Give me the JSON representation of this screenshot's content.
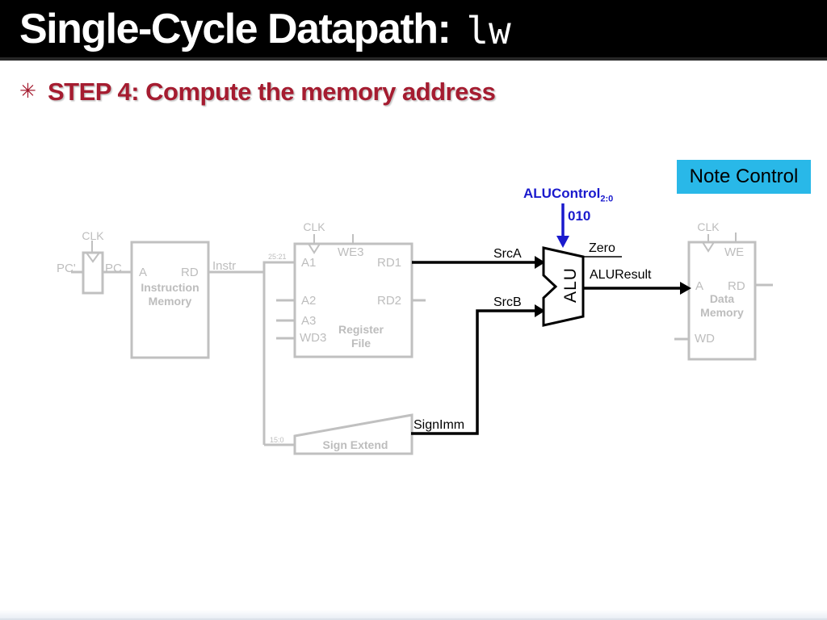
{
  "slide": {
    "title": "Single-Cycle Datapath:",
    "title_code": "lw",
    "step_bullet": "✳",
    "step_text": "STEP 4: Compute the memory address",
    "note_box": "Note Control"
  },
  "colors": {
    "title_bar_bg": "#000000",
    "title_text": "#ffffff",
    "step_text": "#a51c30",
    "inactive_gray": "#c0c0c0",
    "active_black": "#000000",
    "control_blue": "#1a1acd",
    "note_bg": "#29b8e8"
  },
  "diagram": {
    "pc": {
      "clk": "CLK",
      "in_label": "PC'",
      "out_label": "PC"
    },
    "instruction_memory": {
      "a": "A",
      "rd": "RD",
      "name_line1": "Instruction",
      "name_line2": "Memory",
      "out_label": "Instr"
    },
    "bus": {
      "slice_hi": "25:21",
      "slice_lo": "15:0"
    },
    "register_file": {
      "clk": "CLK",
      "we3": "WE3",
      "a1": "A1",
      "a2": "A2",
      "a3": "A3",
      "wd3": "WD3",
      "rd1": "RD1",
      "rd2": "RD2",
      "name_line1": "Register",
      "name_line2": "File"
    },
    "sign_extend": {
      "name": "Sign Extend",
      "out_label": "SignImm"
    },
    "alu": {
      "name": "ALU",
      "src_a": "SrcA",
      "src_b": "SrcB",
      "zero": "Zero",
      "result": "ALUResult",
      "control_label": "ALUControl",
      "control_sub": "2:0",
      "control_value": "010"
    },
    "data_memory": {
      "clk": "CLK",
      "we": "WE",
      "a": "A",
      "rd": "RD",
      "wd": "WD",
      "name_line1": "Data",
      "name_line2": "Memory"
    }
  }
}
